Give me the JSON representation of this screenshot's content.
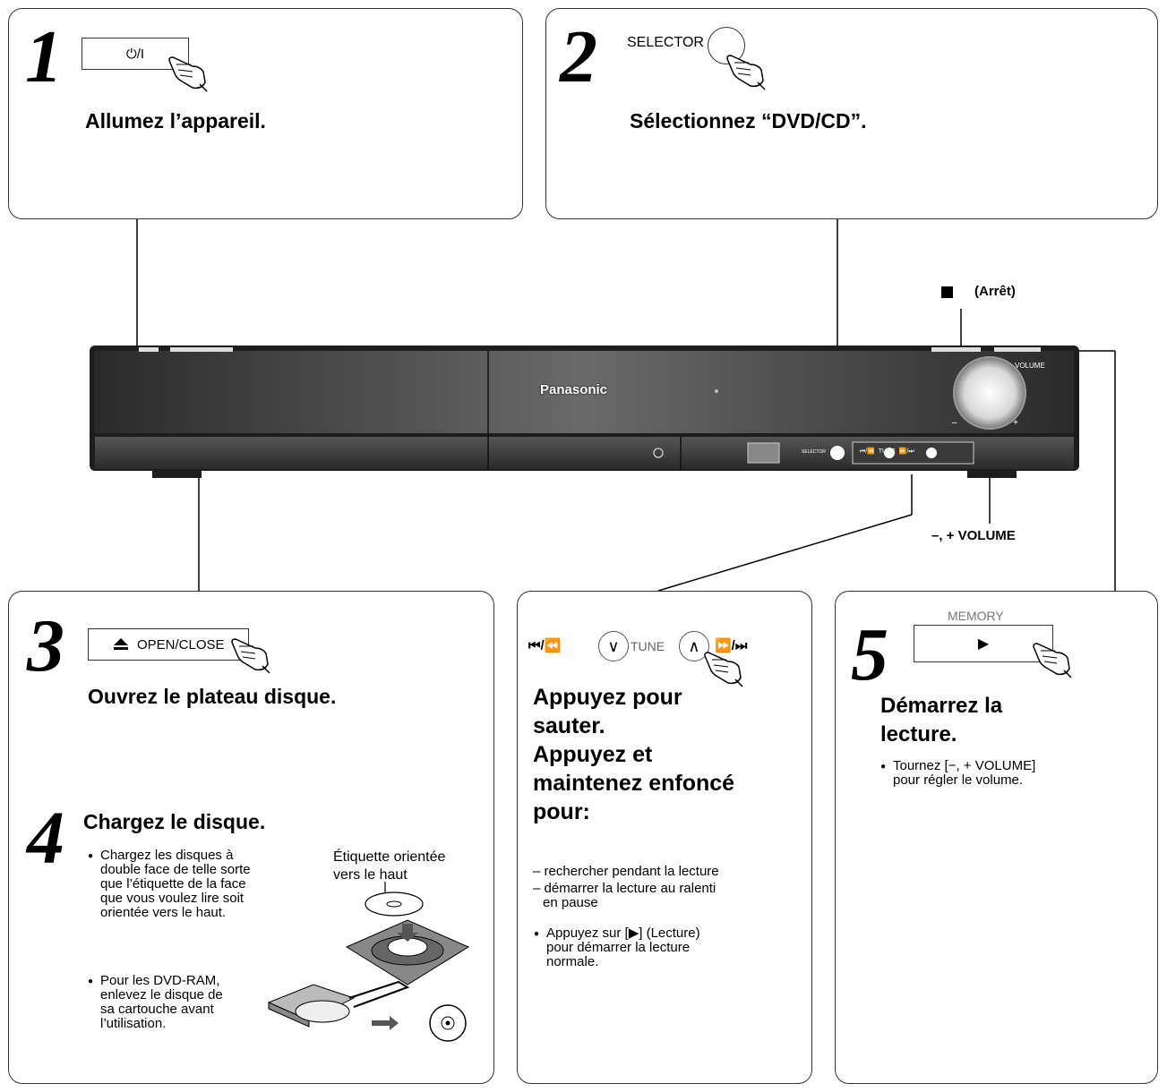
{
  "step1": {
    "number": "1",
    "button": "⏻/I",
    "heading": "Allumez l’appareil."
  },
  "step2": {
    "number": "2",
    "button_label": "SELECTOR",
    "heading": "Sélectionnez “DVD/CD”."
  },
  "step3": {
    "number": "3",
    "button": "OPEN/CLOSE",
    "heading": "Ouvrez le plateau disque."
  },
  "step4": {
    "number": "4",
    "heading": "Chargez le disque.",
    "bullet1": [
      "Chargez les disques à",
      "double face de telle sorte",
      "que l’étiquette de la face",
      "que vous voulez lire soit",
      "orientée vers le haut."
    ],
    "disc_label": [
      "Étiquette orientée",
      "vers le haut"
    ],
    "bullet2": [
      "Pour les DVD-RAM,",
      "enlevez le disque de",
      "sa cartouche avant",
      "l’utilisation."
    ]
  },
  "skip": {
    "controls": {
      "prev": "⏮/⏪",
      "tune": "TUNE",
      "next": "⏩/⏭"
    },
    "heading": [
      "Appuyez pour",
      "sauter.",
      "Appuyez et",
      "maintenez enfoncé",
      "pour:"
    ],
    "dash1": "– rechercher pendant la lecture",
    "dash2": [
      "– démarrer la lecture au ralenti",
      "en pause"
    ],
    "bullet": [
      "Appuyez sur [▶] (Lecture)",
      "pour démarrer la lecture",
      "normale."
    ]
  },
  "step5": {
    "number": "5",
    "memory_label": "MEMORY",
    "play_symbol": "▶",
    "heading": [
      "Démarrez la",
      "lecture."
    ],
    "bullet": [
      "Tournez [−, + VOLUME]",
      "pour régler le volume."
    ]
  },
  "device": {
    "brand": "Panasonic",
    "volume_label": "VOLUME",
    "minus": "–",
    "plus": "+",
    "selector_small": "SELECTOR",
    "panel_text": "⏮/⏪  TUNE  ⏩/⏭",
    "stop_label": "(Arrêt)",
    "volume_callout": "–, + VOLUME"
  }
}
